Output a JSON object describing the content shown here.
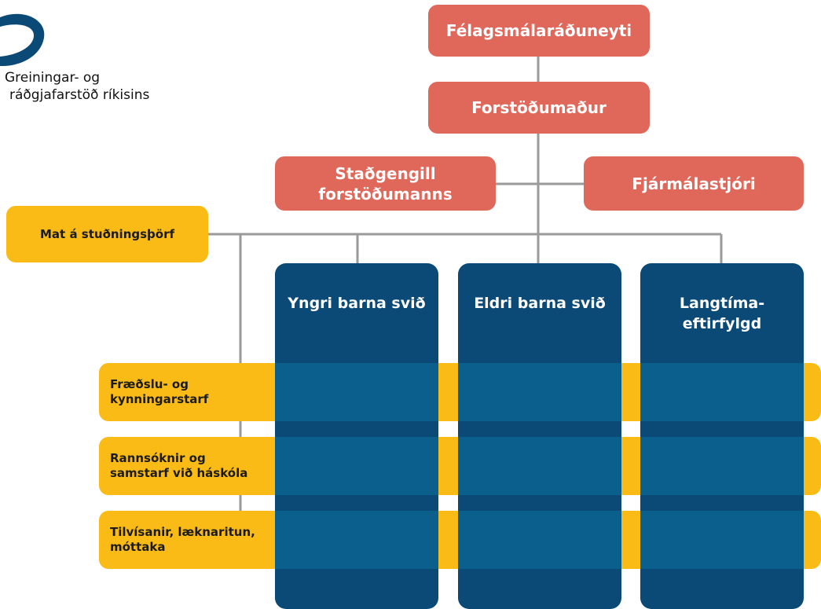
{
  "logo": {
    "line1": "Greiningar- og",
    "line2": "ráðgjafarstöð ríkisins",
    "colors": {
      "dark": "#0b4a76",
      "light": "#5fb0c9"
    }
  },
  "top": {
    "ministry": "Félagsmálaráðuneyti",
    "director": "Forstöðumaður",
    "deputy": "Staðgengill\nforstöðumanns",
    "cfo": "Fjármálastjóri"
  },
  "support": {
    "needs": "Mat á stuðningsþörf"
  },
  "columns": [
    {
      "label": "Yngri barna svið"
    },
    {
      "label": "Eldri barna svið"
    },
    {
      "label": "Langtíma-\neftirfylgd"
    }
  ],
  "rows": [
    {
      "label": "Fræðslu- og\nkynningarstarf"
    },
    {
      "label": "Rannsóknir og\nsamstarf við háskóla"
    },
    {
      "label": "Tilvísanir, læknaritun,\nmóttaka"
    }
  ],
  "colors": {
    "red": "#e0685a",
    "yellow": "#fbbb16",
    "navy": "#0b4a76",
    "line": "#9a9a9a"
  }
}
